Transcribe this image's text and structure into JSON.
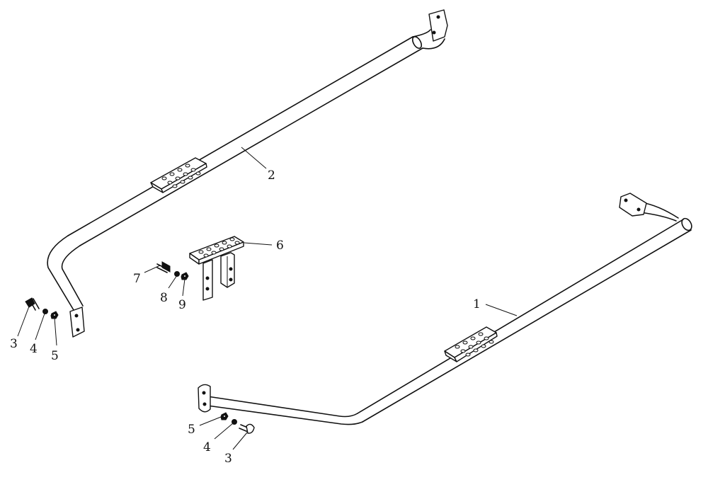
{
  "callouts": {
    "part1": "1",
    "part2": "2",
    "part3_left": "3",
    "part4_left": "4",
    "part5_left": "5",
    "part6": "6",
    "part7": "7",
    "part8": "8",
    "part9": "9",
    "part5_bottom": "5",
    "part4_bottom": "4",
    "part3_bottom": "3"
  }
}
